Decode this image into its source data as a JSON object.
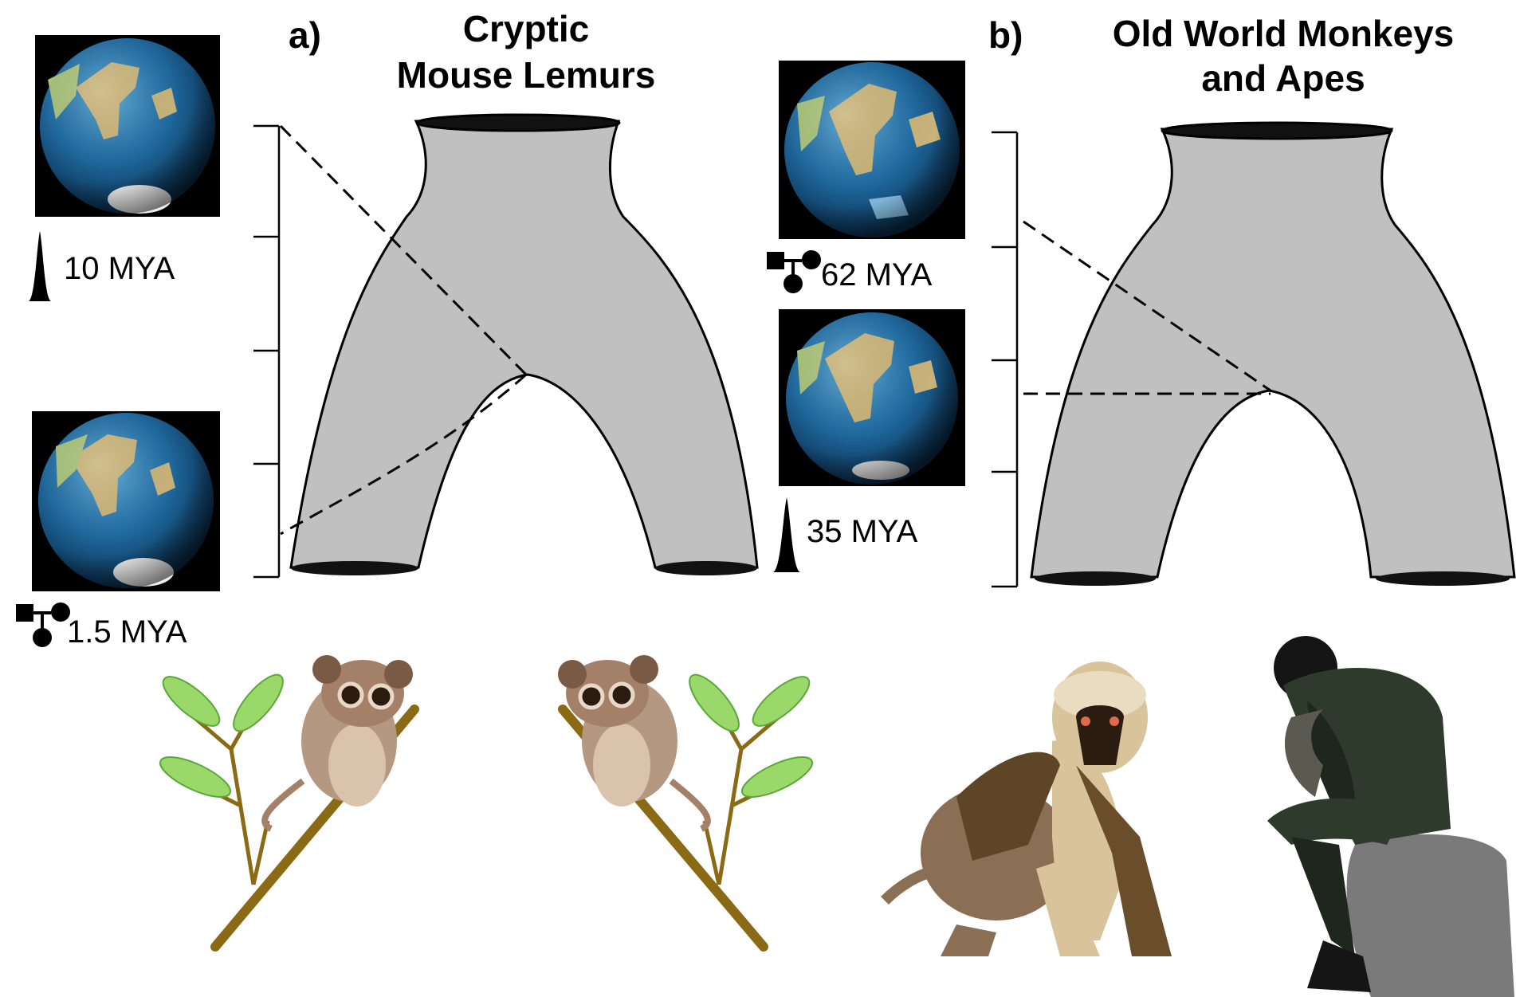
{
  "panel_a": {
    "letter": "a)",
    "title_line1": "Cryptic",
    "title_line2": "Mouse Lemurs",
    "upper_time": "10 MYA",
    "lower_time": "1.5 MYA"
  },
  "panel_b": {
    "letter": "b)",
    "title_line1": "Old World Monkeys",
    "title_line2": "and Apes",
    "upper_time": "62 MYA",
    "lower_time": "35 MYA"
  },
  "icons": {
    "population_peak": "density-peak-icon",
    "pedigree": "pedigree-icon"
  },
  "colors": {
    "tree_fill": "#c0c0c0",
    "branch": "#8a6a14",
    "leaf": "#9ad86a",
    "ocean": "#1e6aa0",
    "land": "#c9b47a"
  }
}
